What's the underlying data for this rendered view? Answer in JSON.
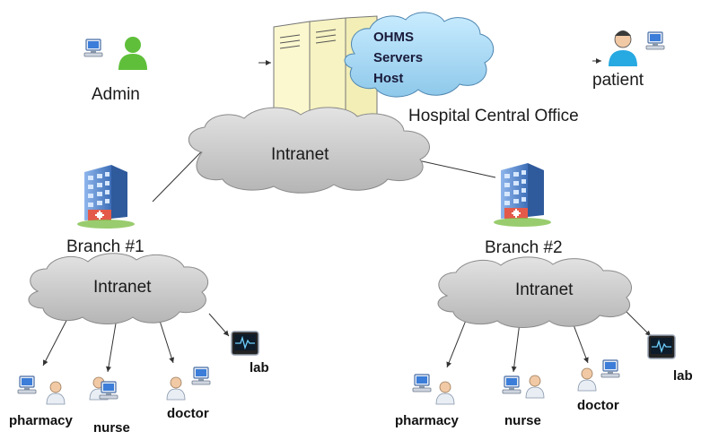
{
  "nodes": {
    "admin": "Admin",
    "patient": "patient",
    "servers": [
      "OHMS",
      "Servers",
      "Host"
    ],
    "central_office": "Hospital Central Office",
    "intranet_main": "Intranet",
    "branch1": "Branch #1",
    "branch2": "Branch #2",
    "intranet_b1": "Intranet",
    "intranet_b2": "Intranet",
    "b1_pharmacy": "pharmacy",
    "b1_nurse": "nurse",
    "b1_doctor": "doctor",
    "b1_lab": "lab",
    "b2_pharmacy": "pharmacy",
    "b2_nurse": "nurse",
    "b2_doctor": "doctor",
    "b2_lab": "lab"
  },
  "colors": {
    "cloud_gray": "#c8c8c8",
    "cloud_blue": "#a9d8f2",
    "server_cream": "#fbf8cf",
    "building_blue": "#5c8fd6",
    "admin_green": "#5fbf3a"
  },
  "icons": [
    "computer-icon",
    "person-icon",
    "server-icon",
    "building-icon",
    "monitor-icon",
    "cloud-icon"
  ]
}
